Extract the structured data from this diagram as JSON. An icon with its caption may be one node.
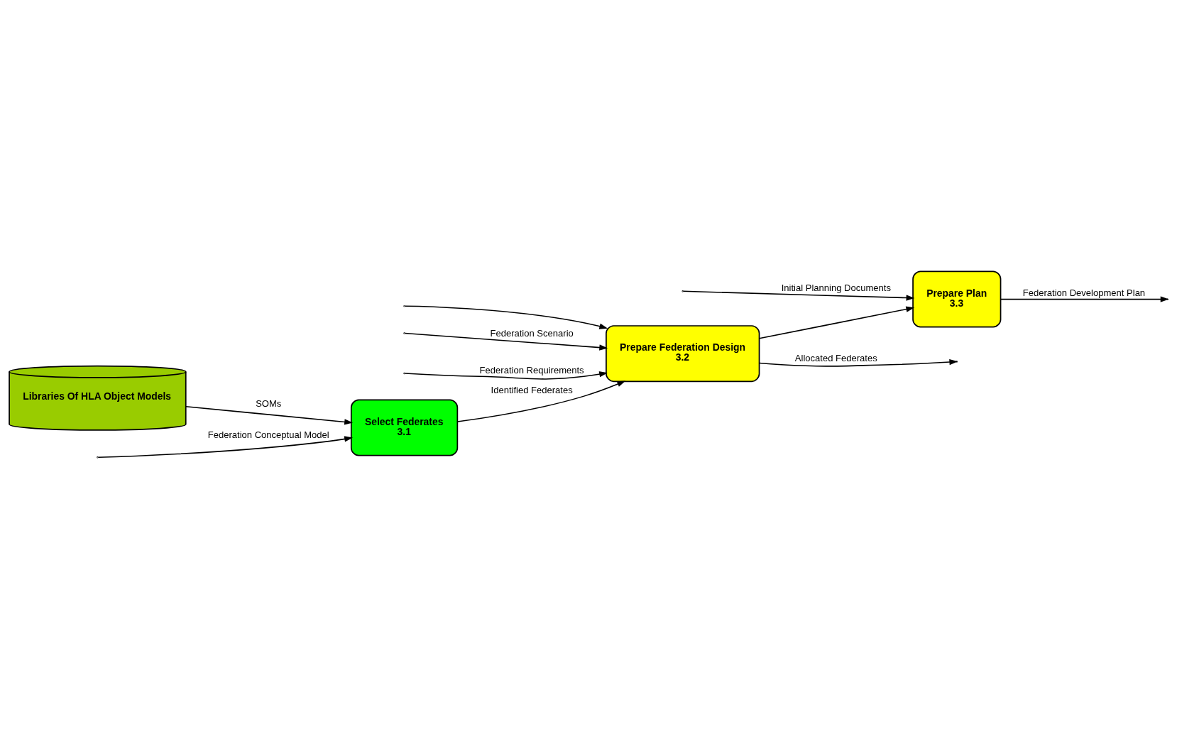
{
  "diagram": {
    "nodes": [
      {
        "text": [
          "Select Federates",
          "3.1"
        ]
      },
      {
        "text": [
          "Prepare Federation Design",
          "3.2"
        ]
      },
      {
        "text": [
          "Prepare Plan",
          "3.3"
        ]
      },
      {
        "text": [
          "Libraries Of HLA Object Models"
        ]
      }
    ],
    "edges": [
      {
        "from": null,
        "to": 0,
        "arrow": "to",
        "label": "Federation Conceptual Model"
      },
      {
        "from": null,
        "to": 1,
        "arrow": "to"
      },
      {
        "from": 3,
        "to": 0,
        "arrow": "to",
        "label": "SOMs"
      },
      {
        "from": 0,
        "to": 1,
        "arrow": "to",
        "label": "Identified Federates"
      },
      {
        "from": null,
        "to": 1,
        "arrow": "to",
        "label": "Federation Scenario"
      },
      {
        "from": null,
        "to": 1,
        "arrow": "to",
        "label": "Federation Requirements"
      },
      {
        "from": 1,
        "to": null,
        "arrow": "to",
        "label": "Allocated Federates"
      },
      {
        "from": 1,
        "to": 2,
        "arrow": "to"
      },
      {
        "from": null,
        "to": 2,
        "arrow": "to",
        "label": "Initial Planning Documents"
      },
      {
        "from": 2,
        "to": null,
        "arrow": "to",
        "label": "Federation Development Plan"
      }
    ]
  }
}
